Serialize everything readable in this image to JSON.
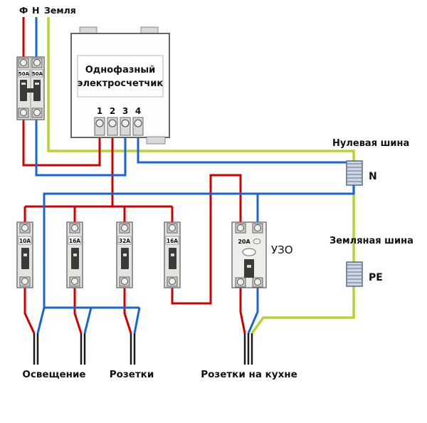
{
  "labels": {
    "phase": "Ф",
    "neutral": "Н",
    "earth": "Земля"
  },
  "meter": {
    "title_line1": "Однофазный",
    "title_line2": "электросчетчик",
    "terminals": [
      "1",
      "2",
      "3",
      "4"
    ]
  },
  "main_breaker": {
    "left_rating": "50A",
    "right_rating": "50A"
  },
  "breakers": [
    {
      "rating": "10A"
    },
    {
      "rating": "16A"
    },
    {
      "rating": "32A"
    },
    {
      "rating": "16A"
    }
  ],
  "rcd": {
    "rating": "20A",
    "label": "УЗО"
  },
  "buses": {
    "neutral_title": "Нулевая шина",
    "neutral_label": "N",
    "earth_title": "Земляная шина",
    "earth_label": "PE"
  },
  "circuits": {
    "lighting": "Освещение",
    "sockets": "Розетки",
    "kitchen_sockets": "Розетки на кухне"
  },
  "colors": {
    "phase_wire": "#d10000",
    "neutral_wire": "#1565d8",
    "earth_wire": "#b6d431",
    "cable": "#1a1a1a",
    "bus_label": "#1a47b8"
  }
}
